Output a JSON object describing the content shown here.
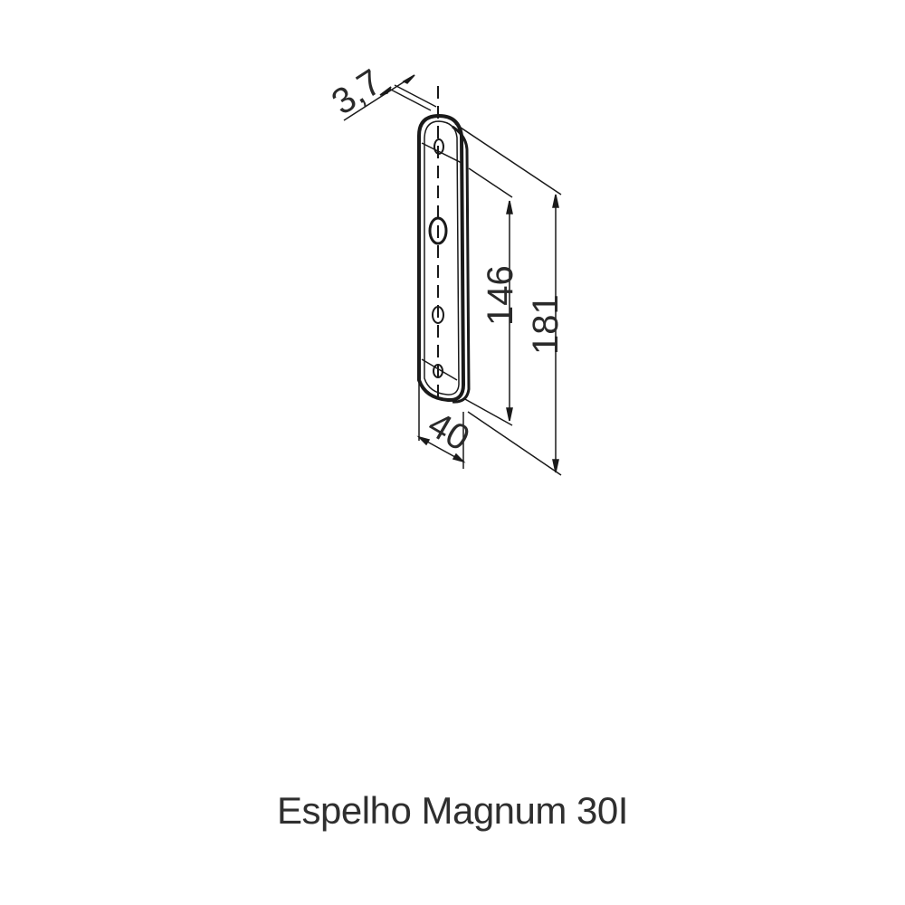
{
  "diagram": {
    "product_name": "Espelho Magnum 30I",
    "dimensions": {
      "thickness": "3,7",
      "hole_spacing": "146",
      "total_height": "181",
      "width": "40"
    },
    "colors": {
      "line": "#1a1a1a",
      "text": "#2f2f2f",
      "background": "#ffffff"
    }
  }
}
